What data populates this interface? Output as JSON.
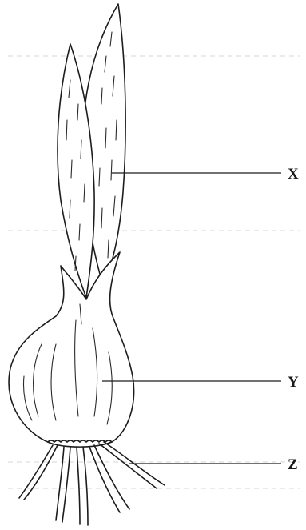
{
  "labels": {
    "x": "X",
    "y": "Y",
    "z": "Z"
  },
  "colors": {
    "ink": "#1c1c1c",
    "paper": "#ffffff"
  }
}
